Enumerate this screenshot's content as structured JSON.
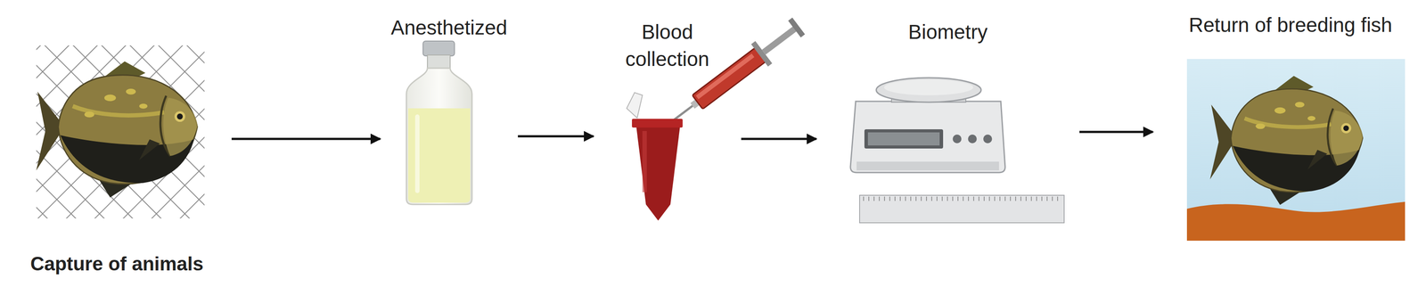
{
  "diagram": {
    "nodes": [
      {
        "text": [
          "Capture of animals"
        ]
      },
      {
        "text": [
          "Anesthetized"
        ]
      },
      {
        "text": [
          "Blood collection"
        ]
      },
      {
        "text": [
          "Biometry"
        ]
      },
      {
        "text": [
          "Return of breeding fish"
        ]
      }
    ],
    "edges": [
      {
        "from": 0,
        "to": 1,
        "arrow": "to"
      },
      {
        "from": 1,
        "to": 2,
        "arrow": "to"
      },
      {
        "from": 2,
        "to": 3,
        "arrow": "to"
      },
      {
        "from": 3,
        "to": 4,
        "arrow": "to"
      }
    ]
  }
}
